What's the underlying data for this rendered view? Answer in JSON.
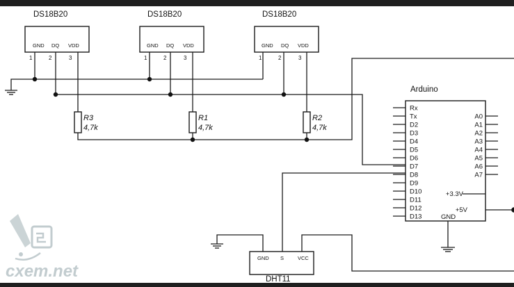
{
  "diagram": {
    "sensors": [
      {
        "name": "DS18B20",
        "pins": [
          "GND",
          "DQ",
          "VDD"
        ],
        "pin_numbers": [
          "1",
          "2",
          "3"
        ]
      },
      {
        "name": "DS18B20",
        "pins": [
          "GND",
          "DQ",
          "VDD"
        ],
        "pin_numbers": [
          "1",
          "2",
          "3"
        ]
      },
      {
        "name": "DS18B20",
        "pins": [
          "GND",
          "DQ",
          "VDD"
        ],
        "pin_numbers": [
          "1",
          "2",
          "3"
        ]
      }
    ],
    "resistors": [
      {
        "ref": "R3",
        "value": "4,7k"
      },
      {
        "ref": "R1",
        "value": "4,7k"
      },
      {
        "ref": "R2",
        "value": "4,7k"
      }
    ],
    "arduino": {
      "title": "Arduino",
      "left_pins": [
        "Rx",
        "Tx",
        "D2",
        "D3",
        "D4",
        "D5",
        "D6",
        "D7",
        "D8",
        "D9",
        "D10",
        "D11",
        "D12",
        "D13"
      ],
      "right_pins": [
        "A0",
        "A1",
        "A2",
        "A3",
        "A4",
        "A5",
        "A6",
        "A7"
      ],
      "v33": "+3.3V",
      "v5": "+5V",
      "gnd": "GND"
    },
    "dht": {
      "name": "DHT11",
      "pins": [
        "GND",
        "S",
        "VCC"
      ]
    },
    "watermark": "cxem.net",
    "colors": {
      "ink": "#111111",
      "background": "#ffffff",
      "frame": "#1f1f1f",
      "watermark": "#c2cccf"
    }
  }
}
